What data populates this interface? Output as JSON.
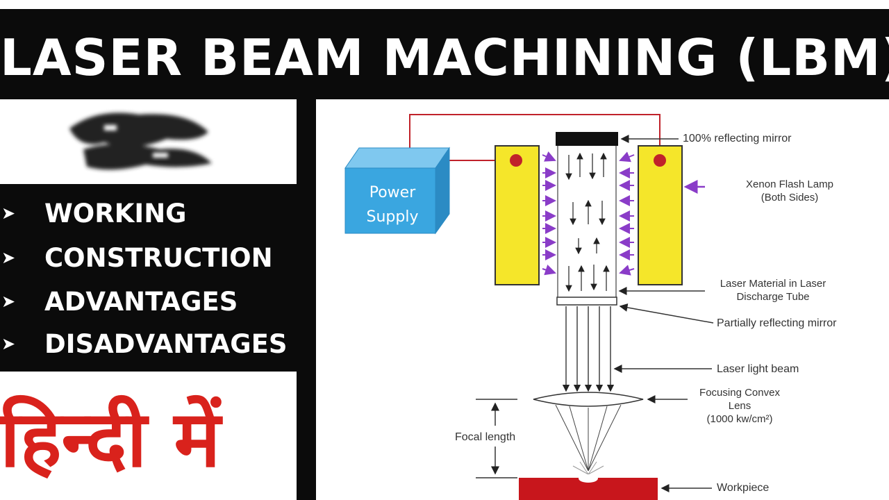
{
  "header": {
    "title": "LASER BEAM MACHINING (LBM)"
  },
  "sidebar": {
    "logo_icon": "blurred-logo-icon",
    "topics": [
      {
        "arrow": "➤",
        "label": "WORKING"
      },
      {
        "arrow": "➤",
        "label": "CONSTRUCTION"
      },
      {
        "arrow": "➤",
        "label": "ADVANTAGES"
      },
      {
        "arrow": "➤",
        "label": "DISADVANTAGES"
      }
    ],
    "hindi_caption": "हिन्दी में"
  },
  "diagram": {
    "power_supply": [
      "Power",
      "Supply"
    ],
    "labels": {
      "reflecting_mirror": "100% reflecting mirror",
      "flash_lamp": [
        "Xenon Flash Lamp",
        "(Both Sides)"
      ],
      "laser_material": [
        "Laser  Material in Laser",
        "Discharge Tube"
      ],
      "partial_mirror": "Partially reflecting mirror",
      "light_beam": "Laser light beam",
      "lens": [
        "Focusing Convex",
        "Lens",
        "(1000 kw/cm²)"
      ],
      "focal_length": "Focal length",
      "workpiece": "Workpiece"
    }
  },
  "colors": {
    "title_bg": "#0b0b0b",
    "hindi_red": "#d9221c",
    "lamp_yellow": "#f5e62a",
    "power_blue": "#3aa6e0",
    "wire_red": "#c0222a",
    "arrow_purple": "#8a3cc8",
    "workpiece_red": "#c8161c"
  }
}
